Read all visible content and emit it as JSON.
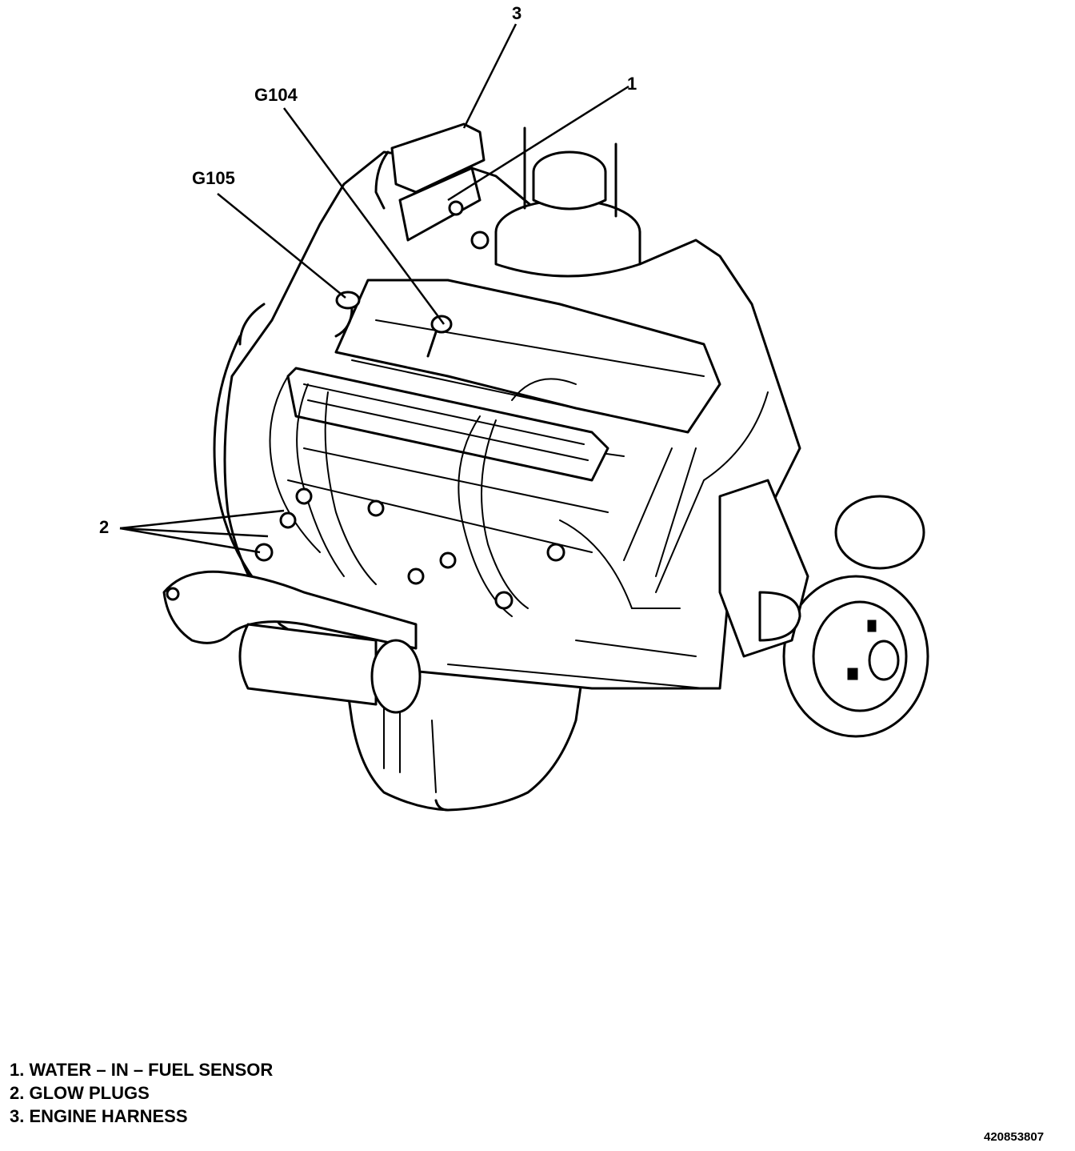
{
  "callouts": {
    "c3": "3",
    "c1": "1",
    "g104": "G104",
    "g105": "G105",
    "c2": "2"
  },
  "legend": [
    "1. WATER – IN – FUEL SENSOR",
    "2. GLOW PLUGS",
    "3. ENGINE HARNESS"
  ],
  "figure_id": "420853807"
}
